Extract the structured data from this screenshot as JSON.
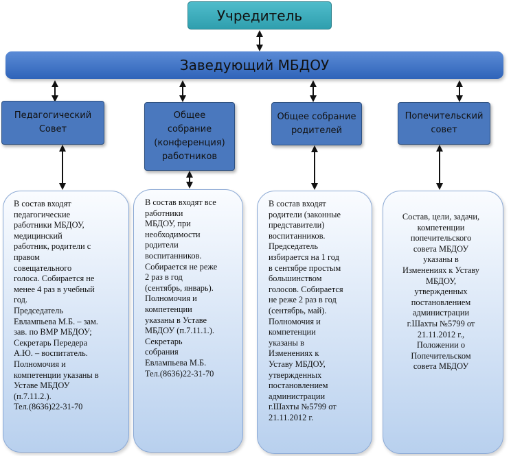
{
  "founder": {
    "label": "Учредитель"
  },
  "head": {
    "label": "Заведующий МБДОУ"
  },
  "bodies": [
    {
      "title": "Педагогический\nСовет",
      "description": "В состав входят\nпедагогические\nработники  МБДОУ,\nмедицинский\nработник, родители с\nправом\nсовещательного\nголоса. Собирается не\nменее 4 раз в учебный\nгод.\nПредседатель\nЕвлампьева М.Б. – зам.\nзав. по ВМР МБДОУ;\nСекретарь Передера\nА.Ю. – воспитатель.\nПолномочия и\nкомпетенции указаны в\nУставе МБДОУ\n(п.7.11.2.).\nТел.(8636)22-31-70"
    },
    {
      "title": "Общее\nсобрание\n(конференция)\nработников",
      "description": "В состав входят все\nработники\nМБДОУ, при\nнеобходимости\nродители\nвоспитанников.\nСобирается не реже\n2 раз в год\n(сентябрь, январь).\nПолномочия и\nкомпетенции\nуказаны в Уставе\nМБДОУ (п.7.11.1.).\nСекретарь\nсобрания\nЕвлампьева М.Б.\nТел.(8636)22-31-70"
    },
    {
      "title": "Общее собрание\nродителей",
      "description": "В состав входят\nродители (законные\nпредставители)\nвоспитанников.\nПредседатель\nизбирается на 1 год\nв сентябре простым\nбольшинством\nголосов. Собирается\nне реже 2 раз в год\n(сентябрь, май).\nПолномочия и\nкомпетенции\nуказаны в\nИзменениях к\nУставу МБДОУ,\nутвержденных\nпостановлением\nадминистрации\nг.Шахты №5799 от\n21.11.2012 г."
    },
    {
      "title": "Попечительский\nсовет",
      "description": "Состав, цели, задачи,\nкомпетенции\nпопечительского\nсовета МБДОУ\nуказаны в\nИзменениях к Уставу\nМБДОУ,\nутвержденных\nпостановлением\nадминистрации\nг.Шахты №5799 от\n21.11.2012 г.,\nПоложении о\nПопечительском\nсовета МБДОУ"
    }
  ],
  "colors": {
    "founder_fill": "#3fb0bf",
    "head_fill": "#3a6fc4",
    "org_fill": "#4a78be",
    "desc_fill_top": "#fafcff",
    "desc_fill_bottom": "#b8d0ee",
    "arrow": "#111111"
  }
}
